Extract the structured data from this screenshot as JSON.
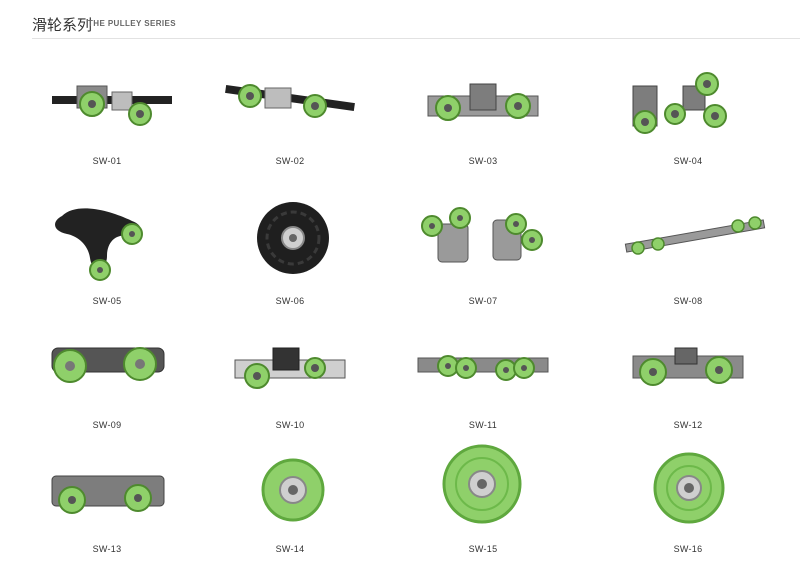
{
  "header": {
    "title_cn": "滑轮系列",
    "title_en": "THE PULLEY SERIES"
  },
  "colors": {
    "wheel_green": "#8fd06a",
    "wheel_green_dark": "#5fa83e",
    "metal": "#8a8a8a",
    "black": "#222222"
  },
  "products": [
    {
      "label": "SW-01"
    },
    {
      "label": "SW-02"
    },
    {
      "label": "SW-03"
    },
    {
      "label": "SW-04"
    },
    {
      "label": "SW-05"
    },
    {
      "label": "SW-06"
    },
    {
      "label": "SW-07"
    },
    {
      "label": "SW-08"
    },
    {
      "label": "SW-09"
    },
    {
      "label": "SW-10"
    },
    {
      "label": "SW-11"
    },
    {
      "label": "SW-12"
    },
    {
      "label": "SW-13"
    },
    {
      "label": "SW-14"
    },
    {
      "label": "SW-15"
    },
    {
      "label": "SW-16"
    }
  ]
}
